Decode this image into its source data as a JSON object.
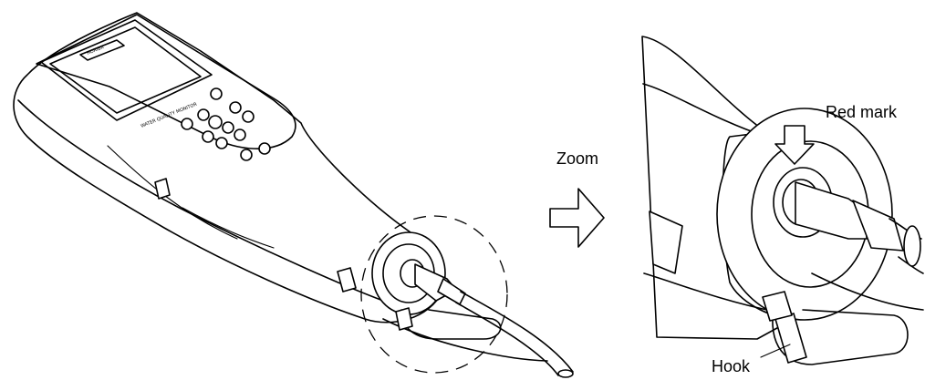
{
  "labels": {
    "zoom": "Zoom",
    "red_mark": "Red mark",
    "hook": "Hook"
  },
  "device": {
    "brand_logo": "HORIBA",
    "panel_text": "WATER QUALITY MONITOR"
  },
  "icons": {
    "zoom_arrow": "hollow-right-arrow-icon",
    "red_mark_arrow": "hollow-down-arrow-icon"
  }
}
